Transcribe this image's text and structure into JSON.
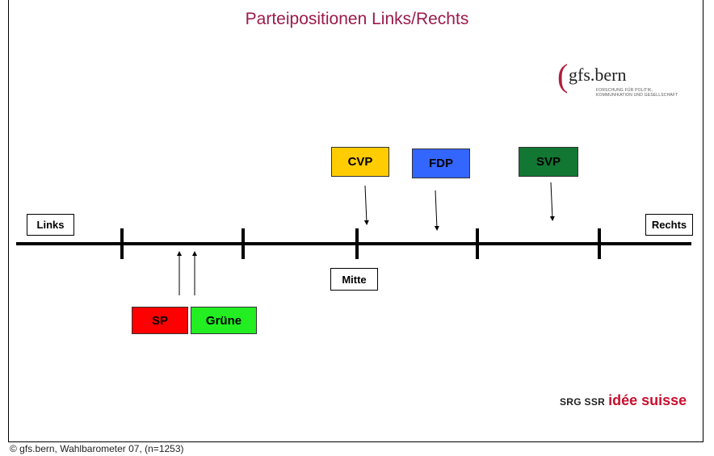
{
  "title": "Parteipositionen Links/Rechts",
  "logo": {
    "main": "gfs.bern",
    "sub_line1": "FORSCHUNG FÜR POLITIK,",
    "sub_line2": "KOMMUNIKATION UND GESELLSCHAFT"
  },
  "axis_labels": {
    "left": "Links",
    "center": "Mitte",
    "right": "Rechts"
  },
  "parties": [
    {
      "name": "SP",
      "color": "#ff0000"
    },
    {
      "name": "Grüne",
      "color": "#22ee22"
    },
    {
      "name": "CVP",
      "color": "#ffcc00"
    },
    {
      "name": "FDP",
      "color": "#3366ff"
    },
    {
      "name": "SVP",
      "color": "#117733"
    }
  ],
  "branding": {
    "srg": "SRG SSR",
    "idee": "idée suisse"
  },
  "footer": "© gfs.bern, Wahlbarometer 07, (n=1253)"
}
